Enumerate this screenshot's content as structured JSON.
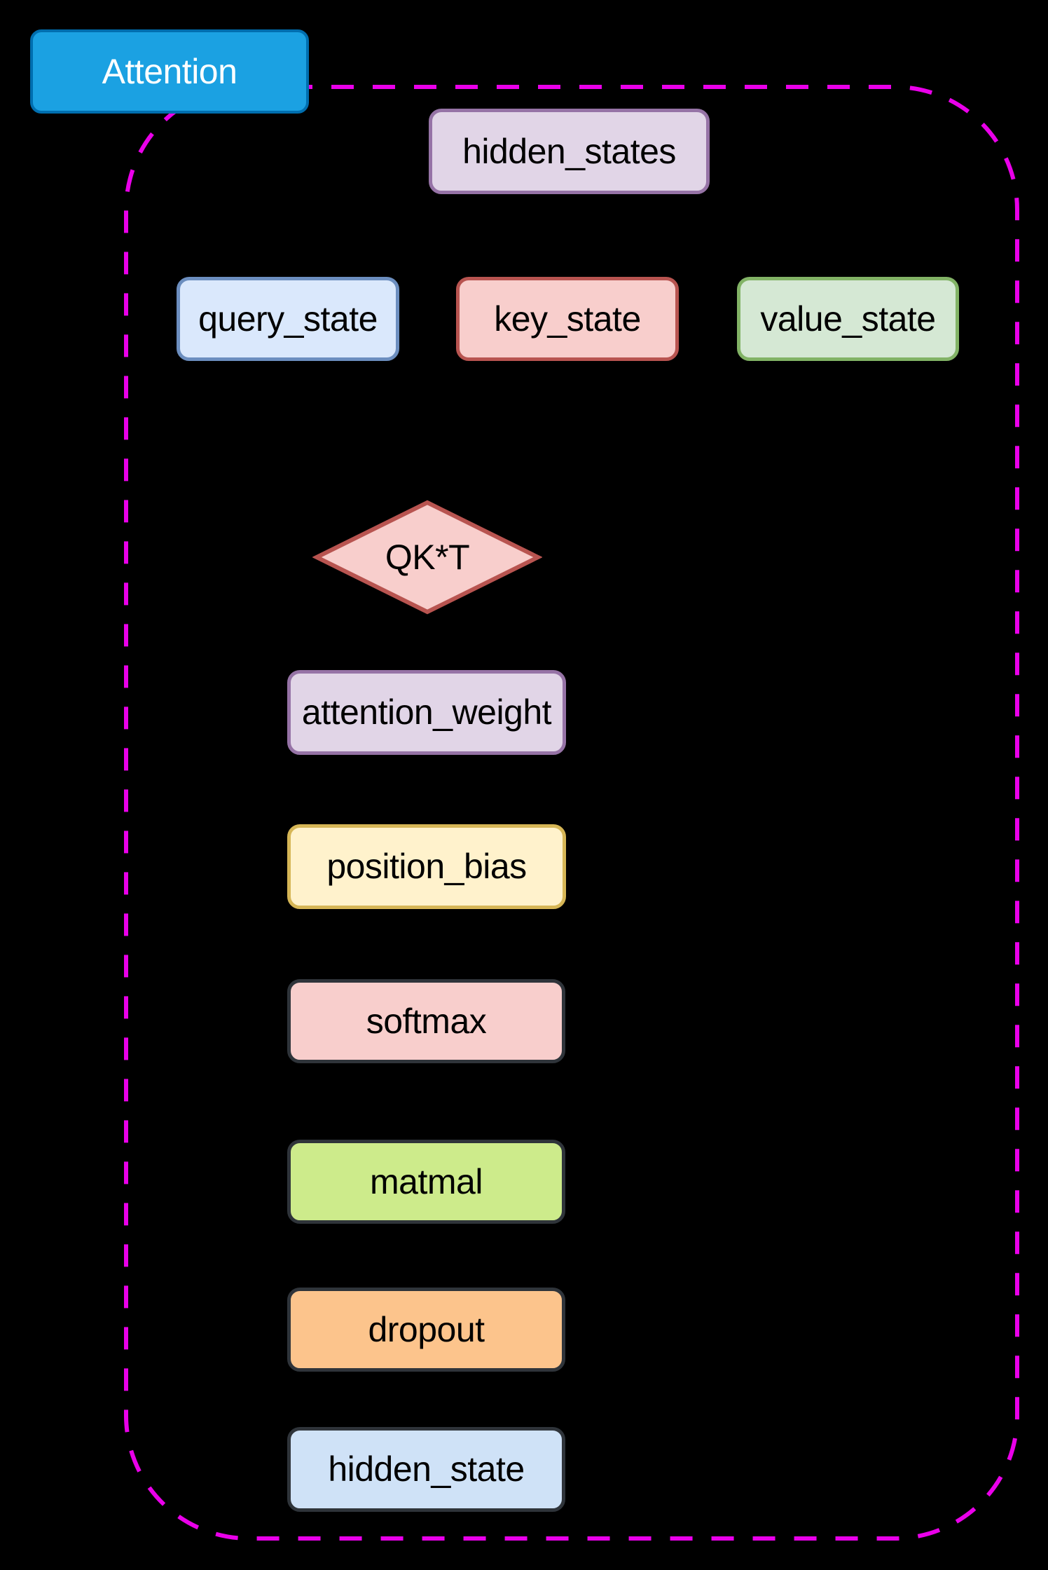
{
  "diagram": {
    "background": "#000000",
    "group": {
      "label": "Attention",
      "title_fill": "#1ba1e2",
      "title_border": "#006eaf",
      "title_text_color": "#ffffff",
      "border_color": "#ea00ea",
      "border_style": "dashed"
    },
    "nodes": {
      "hidden_states": {
        "label": "hidden_states",
        "shape": "rounded-rect",
        "fill": "#e1d5e7",
        "border": "#9673a6"
      },
      "query_state": {
        "label": "query_state",
        "shape": "rounded-rect",
        "fill": "#dae8fc",
        "border": "#6c8ebf"
      },
      "key_state": {
        "label": "key_state",
        "shape": "rounded-rect",
        "fill": "#f8cecc",
        "border": "#b85450"
      },
      "value_state": {
        "label": "value_state",
        "shape": "rounded-rect",
        "fill": "#d5e8d4",
        "border": "#82b366"
      },
      "qkt": {
        "label": "QK*T",
        "shape": "diamond",
        "fill": "#f8cecc",
        "border": "#b85450"
      },
      "attention_weight": {
        "label": "attention_weight",
        "shape": "rounded-rect",
        "fill": "#e1d5e7",
        "border": "#9673a6"
      },
      "position_bias": {
        "label": "position_bias",
        "shape": "rounded-rect",
        "fill": "#fff2cc",
        "border": "#d6b656"
      },
      "softmax": {
        "label": "softmax",
        "shape": "rounded-rect",
        "fill": "#f8cecc",
        "border": "#2f343a"
      },
      "matmal": {
        "label": "matmal",
        "shape": "rounded-rect",
        "fill": "#cdeb8b",
        "border": "#2f343a"
      },
      "dropout": {
        "label": "dropout",
        "shape": "rounded-rect",
        "fill": "#fcc48c",
        "border": "#2f343a"
      },
      "hidden_state": {
        "label": "hidden_state",
        "shape": "rounded-rect",
        "fill": "#cfe2f7",
        "border": "#2f343a"
      }
    }
  }
}
